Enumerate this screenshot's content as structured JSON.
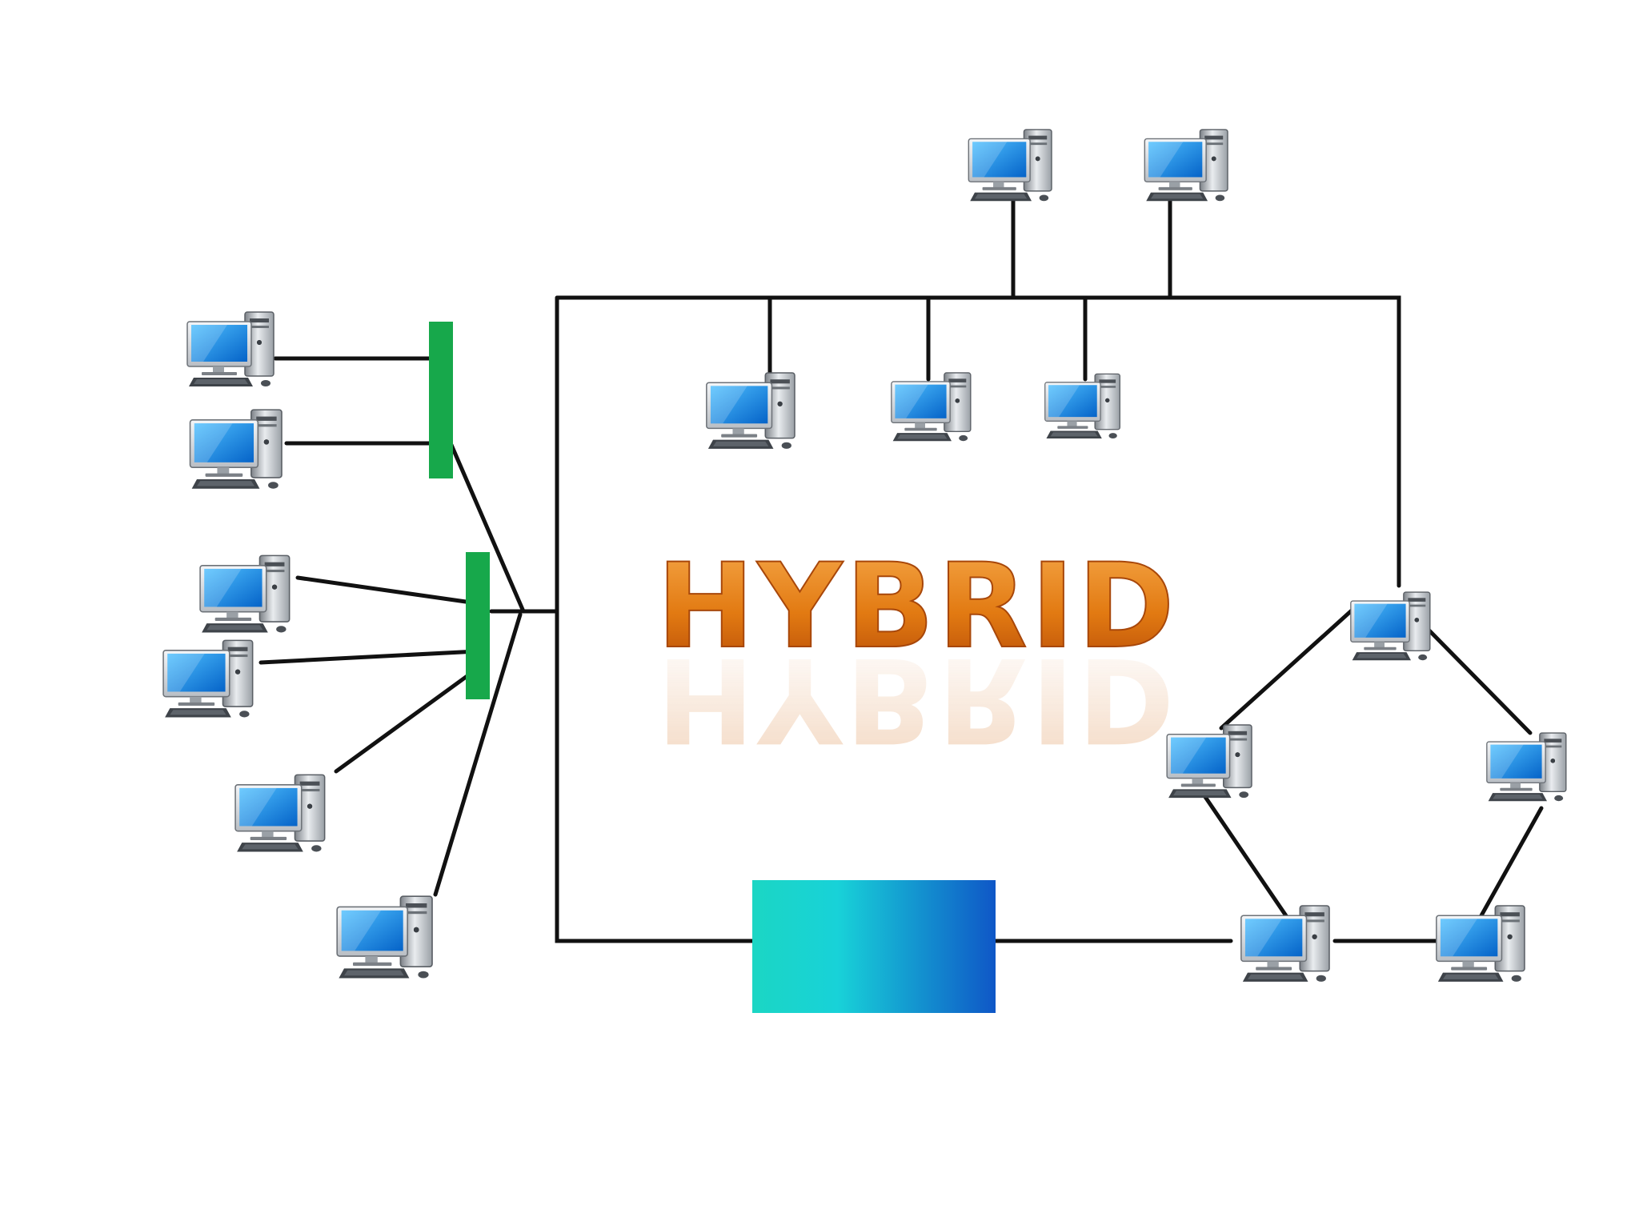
{
  "diagram": {
    "title": "HYBRID",
    "colors": {
      "background": "#ffffff",
      "wire": "#111111",
      "hub": "#17a84b",
      "title_top": "#f6a94a",
      "title_bottom": "#b54a07",
      "bridge_left": "#1bd6c4",
      "bridge_right": "#0f57c7",
      "screen_light": "#4fc0ff",
      "screen_dark": "#0563c8"
    },
    "icons": {
      "workstation": "desktop-computer-icon",
      "hub": "hub-bar",
      "bridge": "backbone-bridge-box"
    },
    "segments": {
      "star_left": {
        "computers": 6,
        "hubs": 2
      },
      "bus_top": {
        "computers": 5
      },
      "ring_right": {
        "computers": 5
      }
    }
  }
}
